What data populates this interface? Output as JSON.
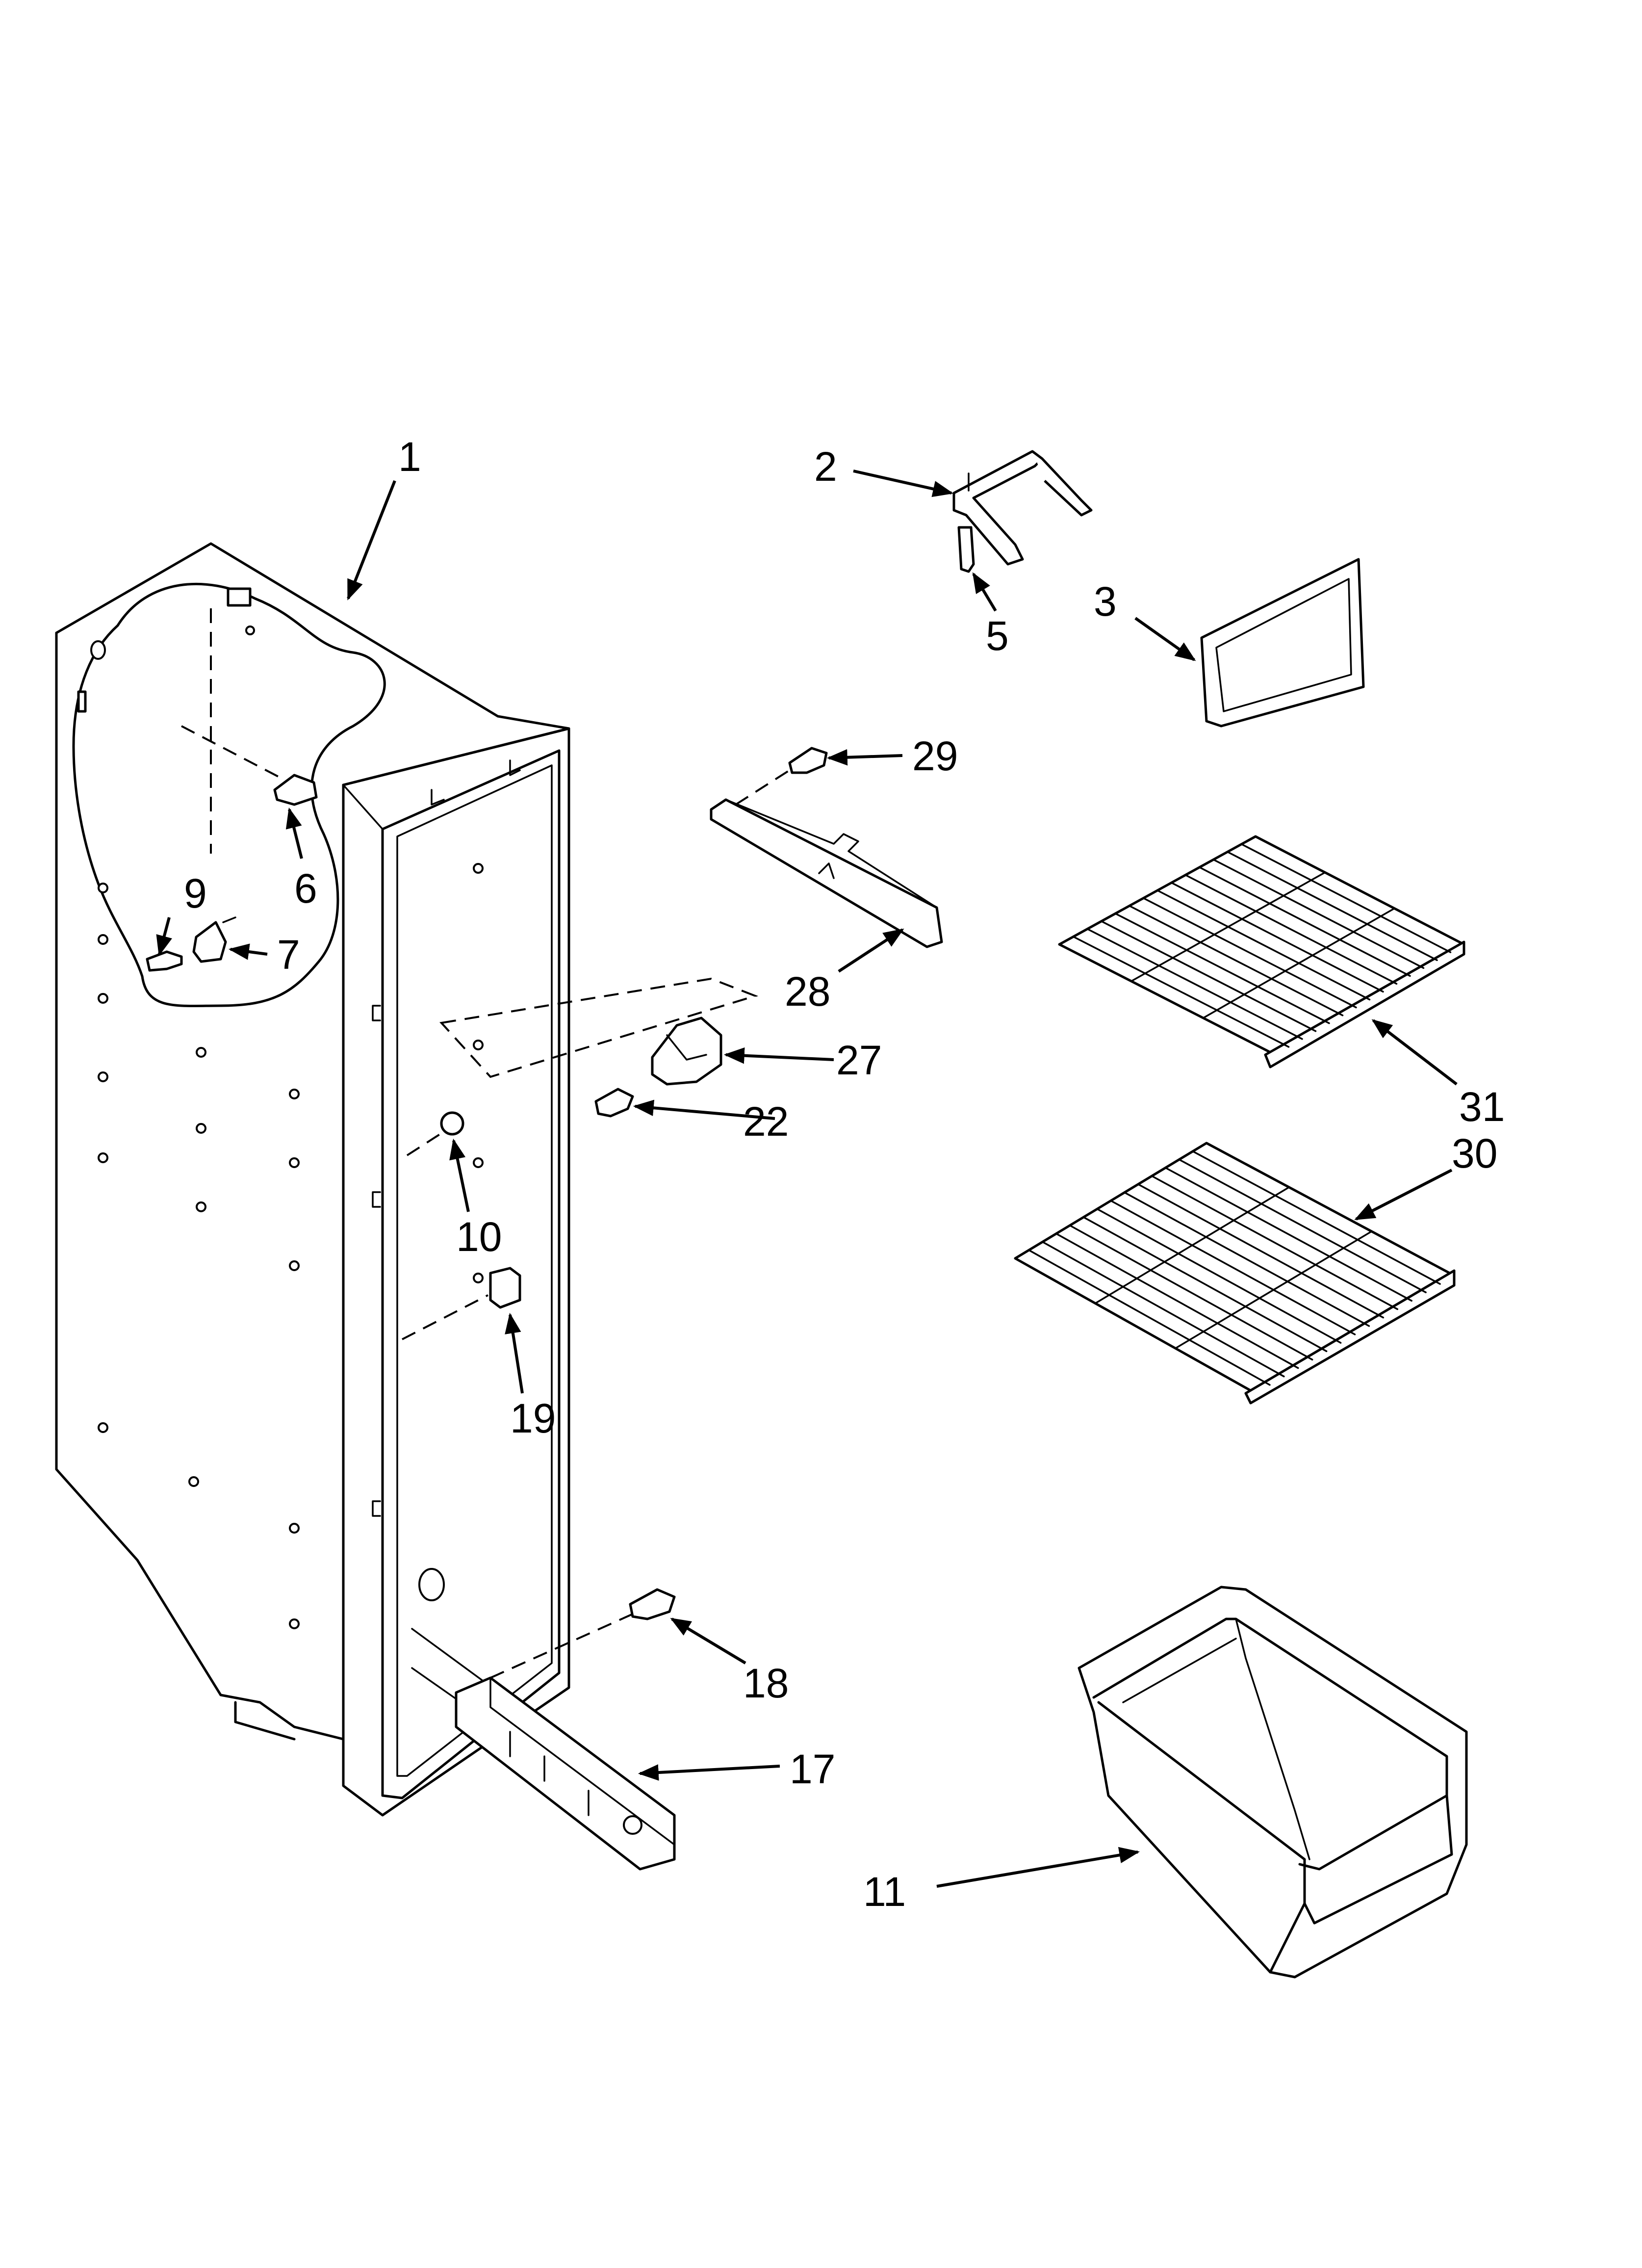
{
  "figure": {
    "parts": [
      {
        "id": "p1",
        "label": "1"
      },
      {
        "id": "p2",
        "label": "2"
      },
      {
        "id": "p3",
        "label": "3"
      },
      {
        "id": "p5",
        "label": "5"
      },
      {
        "id": "p6",
        "label": "6"
      },
      {
        "id": "p7",
        "label": "7"
      },
      {
        "id": "p9",
        "label": "9"
      },
      {
        "id": "p10",
        "label": "10"
      },
      {
        "id": "p11",
        "label": "11"
      },
      {
        "id": "p17",
        "label": "17"
      },
      {
        "id": "p18",
        "label": "18"
      },
      {
        "id": "p19",
        "label": "19"
      },
      {
        "id": "p22",
        "label": "22"
      },
      {
        "id": "p27",
        "label": "27"
      },
      {
        "id": "p28",
        "label": "28"
      },
      {
        "id": "p29",
        "label": "29"
      },
      {
        "id": "p30",
        "label": "30"
      },
      {
        "id": "p31",
        "label": "31"
      }
    ]
  }
}
